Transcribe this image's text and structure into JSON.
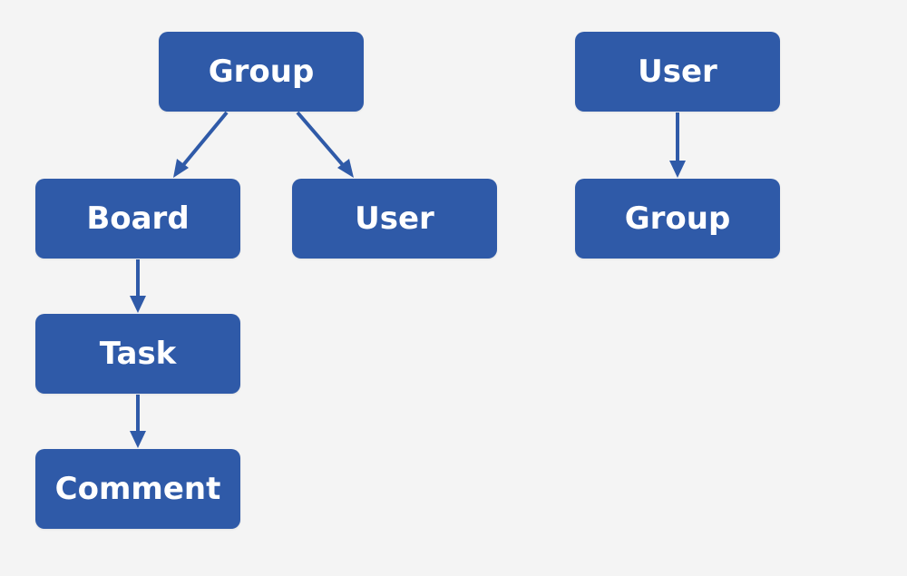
{
  "colors": {
    "background": "#f4f4f4",
    "node_fill": "#2f5aa8",
    "node_text": "#ffffff",
    "edge": "#2f5aa8"
  },
  "left_tree": {
    "root": {
      "label": "Group"
    },
    "board": {
      "label": "Board"
    },
    "user": {
      "label": "User"
    },
    "task": {
      "label": "Task"
    },
    "comment": {
      "label": "Comment"
    }
  },
  "right_tree": {
    "root": {
      "label": "User"
    },
    "group": {
      "label": "Group"
    }
  },
  "edges": [
    {
      "from": "left_tree.root",
      "to": "left_tree.board"
    },
    {
      "from": "left_tree.root",
      "to": "left_tree.user"
    },
    {
      "from": "left_tree.board",
      "to": "left_tree.task"
    },
    {
      "from": "left_tree.task",
      "to": "left_tree.comment"
    },
    {
      "from": "right_tree.root",
      "to": "right_tree.group"
    }
  ]
}
